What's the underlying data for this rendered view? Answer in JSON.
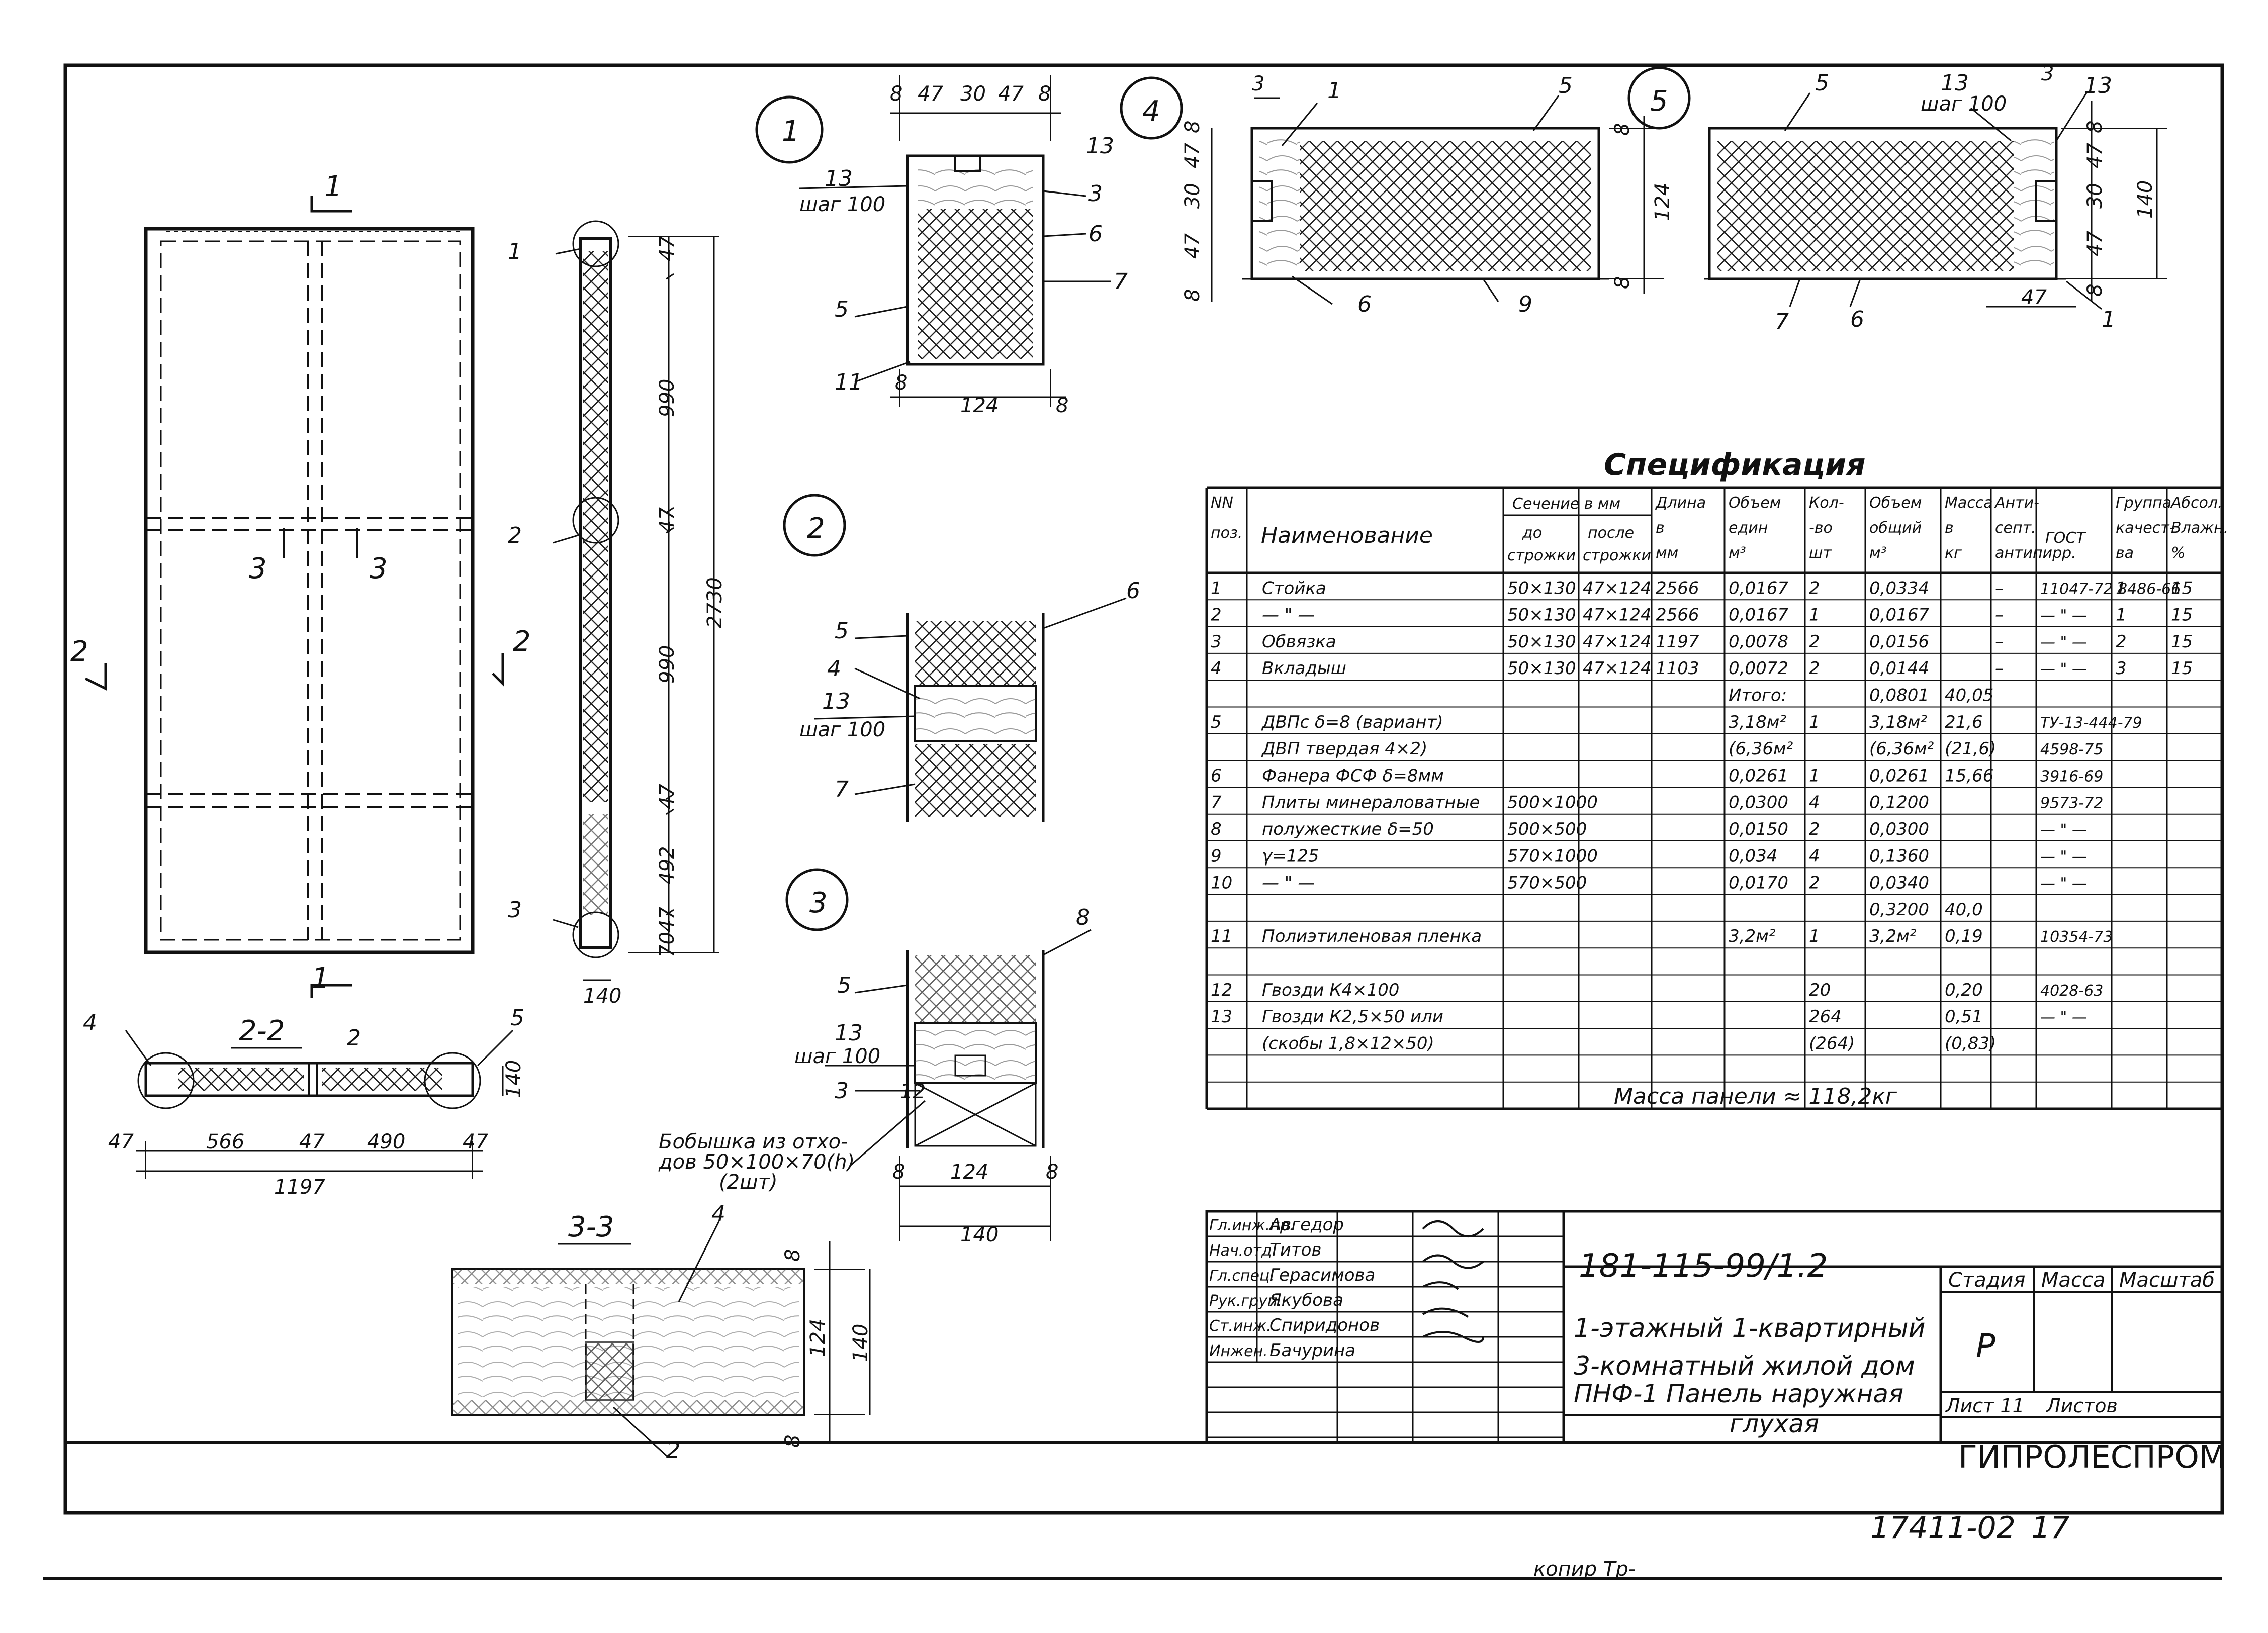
{
  "spec": {
    "title": "Спецификация",
    "headers": {
      "pos": [
        "NN",
        "поз."
      ],
      "name": "Наименование",
      "section": "Сечение в мм",
      "before": [
        "до",
        "строжки"
      ],
      "after": [
        "после",
        "строжки"
      ],
      "length": [
        "Длина",
        "в",
        "мм"
      ],
      "vol_unit": [
        "Объем",
        "един",
        "м³"
      ],
      "qty": [
        "Кол-",
        "-во",
        "шт"
      ],
      "vol_total": [
        "Объем",
        "общий",
        "м³"
      ],
      "mass": [
        "Масса",
        "в",
        "кг"
      ],
      "antisept": [
        "Анти-",
        "септ.",
        "антипирр."
      ],
      "gost": "ГОСТ",
      "group": [
        "Группа",
        "качест-",
        "ва"
      ],
      "moist": [
        "Абсол.",
        "Влажн.",
        "%"
      ]
    },
    "rows": [
      {
        "pos": "1",
        "name": "Стойка",
        "before": "50×130",
        "after": "47×124",
        "len": "2566",
        "vu": "0,0167",
        "qty": "2",
        "vt": "0,0334",
        "mass": "",
        "ant": "–",
        "gost": "11047-72 8486-66",
        "grp": "1",
        "moist": "15"
      },
      {
        "pos": "2",
        "name": "— \" —",
        "before": "50×130",
        "after": "47×124",
        "len": "2566",
        "vu": "0,0167",
        "qty": "1",
        "vt": "0,0167",
        "mass": "",
        "ant": "–",
        "gost": "— \" —",
        "grp": "1",
        "moist": "15"
      },
      {
        "pos": "3",
        "name": "Обвязка",
        "before": "50×130",
        "after": "47×124",
        "len": "1197",
        "vu": "0,0078",
        "qty": "2",
        "vt": "0,0156",
        "mass": "",
        "ant": "–",
        "gost": "— \" —",
        "grp": "2",
        "moist": "15"
      },
      {
        "pos": "4",
        "name": "Вкладыш",
        "before": "50×130",
        "after": "47×124",
        "len": "1103",
        "vu": "0,0072",
        "qty": "2",
        "vt": "0,0144",
        "mass": "",
        "ant": "–",
        "gost": "— \" —",
        "grp": "3",
        "moist": "15"
      },
      {
        "pos": "",
        "name": "",
        "before": "",
        "after": "",
        "len": "",
        "vu": "Итого:",
        "qty": "",
        "vt": "0,0801",
        "mass": "40,05",
        "ant": "",
        "gost": "",
        "grp": "",
        "moist": ""
      },
      {
        "pos": "5",
        "name": "ДВПс δ=8 (вариант)",
        "before": "",
        "after": "",
        "len": "",
        "vu": "3,18м²",
        "qty": "1",
        "vt": "3,18м²",
        "mass": "21,6",
        "ant": "",
        "gost": "ТУ-13-444-79",
        "grp": "",
        "moist": ""
      },
      {
        "pos": "",
        "name": "ДВП твердая 4×2)",
        "before": "",
        "after": "",
        "len": "",
        "vu": "(6,36м²",
        "qty": "",
        "vt": "(6,36м²",
        "mass": "(21,6)",
        "ant": "",
        "gost": "4598-75",
        "grp": "",
        "moist": ""
      },
      {
        "pos": "6",
        "name": "Фанера ФСФ δ=8мм",
        "before": "",
        "after": "",
        "len": "",
        "vu": "0,0261",
        "qty": "1",
        "vt": "0,0261",
        "mass": "15,66",
        "ant": "",
        "gost": "3916-69",
        "grp": "",
        "moist": ""
      },
      {
        "pos": "7",
        "name": "Плиты минераловатные",
        "before": "500×1000",
        "after": "",
        "len": "",
        "vu": "0,0300",
        "qty": "4",
        "vt": "0,1200",
        "mass": "",
        "ant": "",
        "gost": "9573-72",
        "grp": "",
        "moist": ""
      },
      {
        "pos": "8",
        "name": "полужесткие δ=50",
        "before": "500×500",
        "after": "",
        "len": "",
        "vu": "0,0150",
        "qty": "2",
        "vt": "0,0300",
        "mass": "",
        "ant": "",
        "gost": "— \" —",
        "grp": "",
        "moist": ""
      },
      {
        "pos": "9",
        "name": "γ=125",
        "before": "570×1000",
        "after": "",
        "len": "",
        "vu": "0,034",
        "qty": "4",
        "vt": "0,1360",
        "mass": "",
        "ant": "",
        "gost": "— \" —",
        "grp": "",
        "moist": ""
      },
      {
        "pos": "10",
        "name": "— \" —",
        "before": "570×500",
        "after": "",
        "len": "",
        "vu": "0,0170",
        "qty": "2",
        "vt": "0,0340",
        "mass": "",
        "ant": "",
        "gost": "— \" —",
        "grp": "",
        "moist": ""
      },
      {
        "pos": "",
        "name": "",
        "before": "",
        "after": "",
        "len": "",
        "vu": "",
        "qty": "",
        "vt": "0,3200",
        "mass": "40,0",
        "ant": "",
        "gost": "",
        "grp": "",
        "moist": ""
      },
      {
        "pos": "11",
        "name": "Полиэтиленовая пленка",
        "before": "",
        "after": "",
        "len": "",
        "vu": "3,2м²",
        "qty": "1",
        "vt": "3,2м²",
        "mass": "0,19",
        "ant": "",
        "gost": "10354-73",
        "grp": "",
        "moist": ""
      },
      {
        "pos": "",
        "name": "",
        "before": "",
        "after": "",
        "len": "",
        "vu": "",
        "qty": "",
        "vt": "",
        "mass": "",
        "ant": "",
        "gost": "",
        "grp": "",
        "moist": ""
      },
      {
        "pos": "12",
        "name": "Гвозди К4×100",
        "before": "",
        "after": "",
        "len": "",
        "vu": "",
        "qty": "20",
        "vt": "",
        "mass": "0,20",
        "ant": "",
        "gost": "4028-63",
        "grp": "",
        "moist": ""
      },
      {
        "pos": "13",
        "name": "Гвозди К2,5×50 или",
        "before": "",
        "after": "",
        "len": "",
        "vu": "",
        "qty": "264",
        "vt": "",
        "mass": "0,51",
        "ant": "",
        "gost": "— \" —",
        "grp": "",
        "moist": ""
      },
      {
        "pos": "",
        "name": "(скобы 1,8×12×50)",
        "before": "",
        "after": "",
        "len": "",
        "vu": "",
        "qty": "(264)",
        "vt": "",
        "mass": "(0,83)",
        "ant": "",
        "gost": "",
        "grp": "",
        "moist": ""
      },
      {
        "pos": "",
        "name": "",
        "before": "",
        "after": "",
        "len": "",
        "vu": "",
        "qty": "",
        "vt": "",
        "mass": "",
        "ant": "",
        "gost": "",
        "grp": "",
        "moist": ""
      }
    ],
    "mass_row": "Масса панели ≈ 118,2кг"
  },
  "stamp": {
    "people": [
      {
        "role": "Гл.инж.пр.",
        "name": "Авгедор"
      },
      {
        "role": "Нач.отд.",
        "name": "Титов"
      },
      {
        "role": "Гл.спец.",
        "name": "Герасимова"
      },
      {
        "role": "Рук.груп.",
        "name": "Якубова"
      },
      {
        "role": "Ст.инж.",
        "name": "Спиридонов"
      },
      {
        "role": "Инжен.",
        "name": "Бачурина"
      }
    ],
    "code": "181-115-99/1.2",
    "project": [
      "1-этажный 1-квартирный",
      "3-комнатный жилой дом"
    ],
    "sheet_title": [
      "ПНФ-1 Панель наружная",
      "глухая"
    ],
    "stage_label": "Стадия",
    "mass_label": "Масса",
    "scale_label": "Масштаб",
    "stage": "Р",
    "sheet_label": "Лист 11",
    "sheets_label": "Листов",
    "org": "ГИПРОЛЕСПРОМ"
  },
  "footer": {
    "inv": "17411-02",
    "page": "17",
    "copy": "копир Тр-"
  },
  "views": {
    "elev_dims": [
      "47",
      "990",
      "47",
      "990",
      "47",
      "492",
      "70",
      "47",
      "2730",
      "140"
    ],
    "plan_dims": [
      "47",
      "566",
      "47",
      "490",
      "47",
      "1197",
      "140"
    ],
    "section_labels": [
      "1",
      "1",
      "2",
      "2",
      "3",
      "3",
      "2-2",
      "3-3"
    ],
    "callouts": [
      "1",
      "2",
      "3",
      "4",
      "5"
    ],
    "d1_dims": [
      "8",
      "47",
      "30",
      "47",
      "8",
      "8",
      "124",
      "8"
    ],
    "d1_labels": [
      "13",
      "шаг 100",
      "3",
      "6",
      "7",
      "5",
      "11",
      "13"
    ],
    "d2_labels": [
      "5",
      "4",
      "13",
      "шаг 100",
      "7",
      "6"
    ],
    "d3_labels": [
      "8",
      "5",
      "13",
      "шаг 100",
      "3",
      "12"
    ],
    "d3_note": [
      "Бобышка из отхо-",
      "дов 50×100×70(h)",
      "(2шт)"
    ],
    "d3_dims": [
      "8",
      "124",
      "8",
      "140"
    ],
    "s33_dims": [
      "8",
      "124",
      "8",
      "140"
    ],
    "s33_labels": [
      "4",
      "2"
    ],
    "d4_dims": [
      "3",
      "8",
      "47",
      "30",
      "47",
      "8",
      "8",
      "124",
      "8"
    ],
    "d4_labels": [
      "1",
      "5",
      "6",
      "9"
    ],
    "d5_dims": [
      "3",
      "8",
      "47",
      "30",
      "47",
      "8",
      "140",
      "47"
    ],
    "d5_labels": [
      "5",
      "13",
      "шаг 100",
      "13",
      "7",
      "6",
      "1"
    ]
  }
}
